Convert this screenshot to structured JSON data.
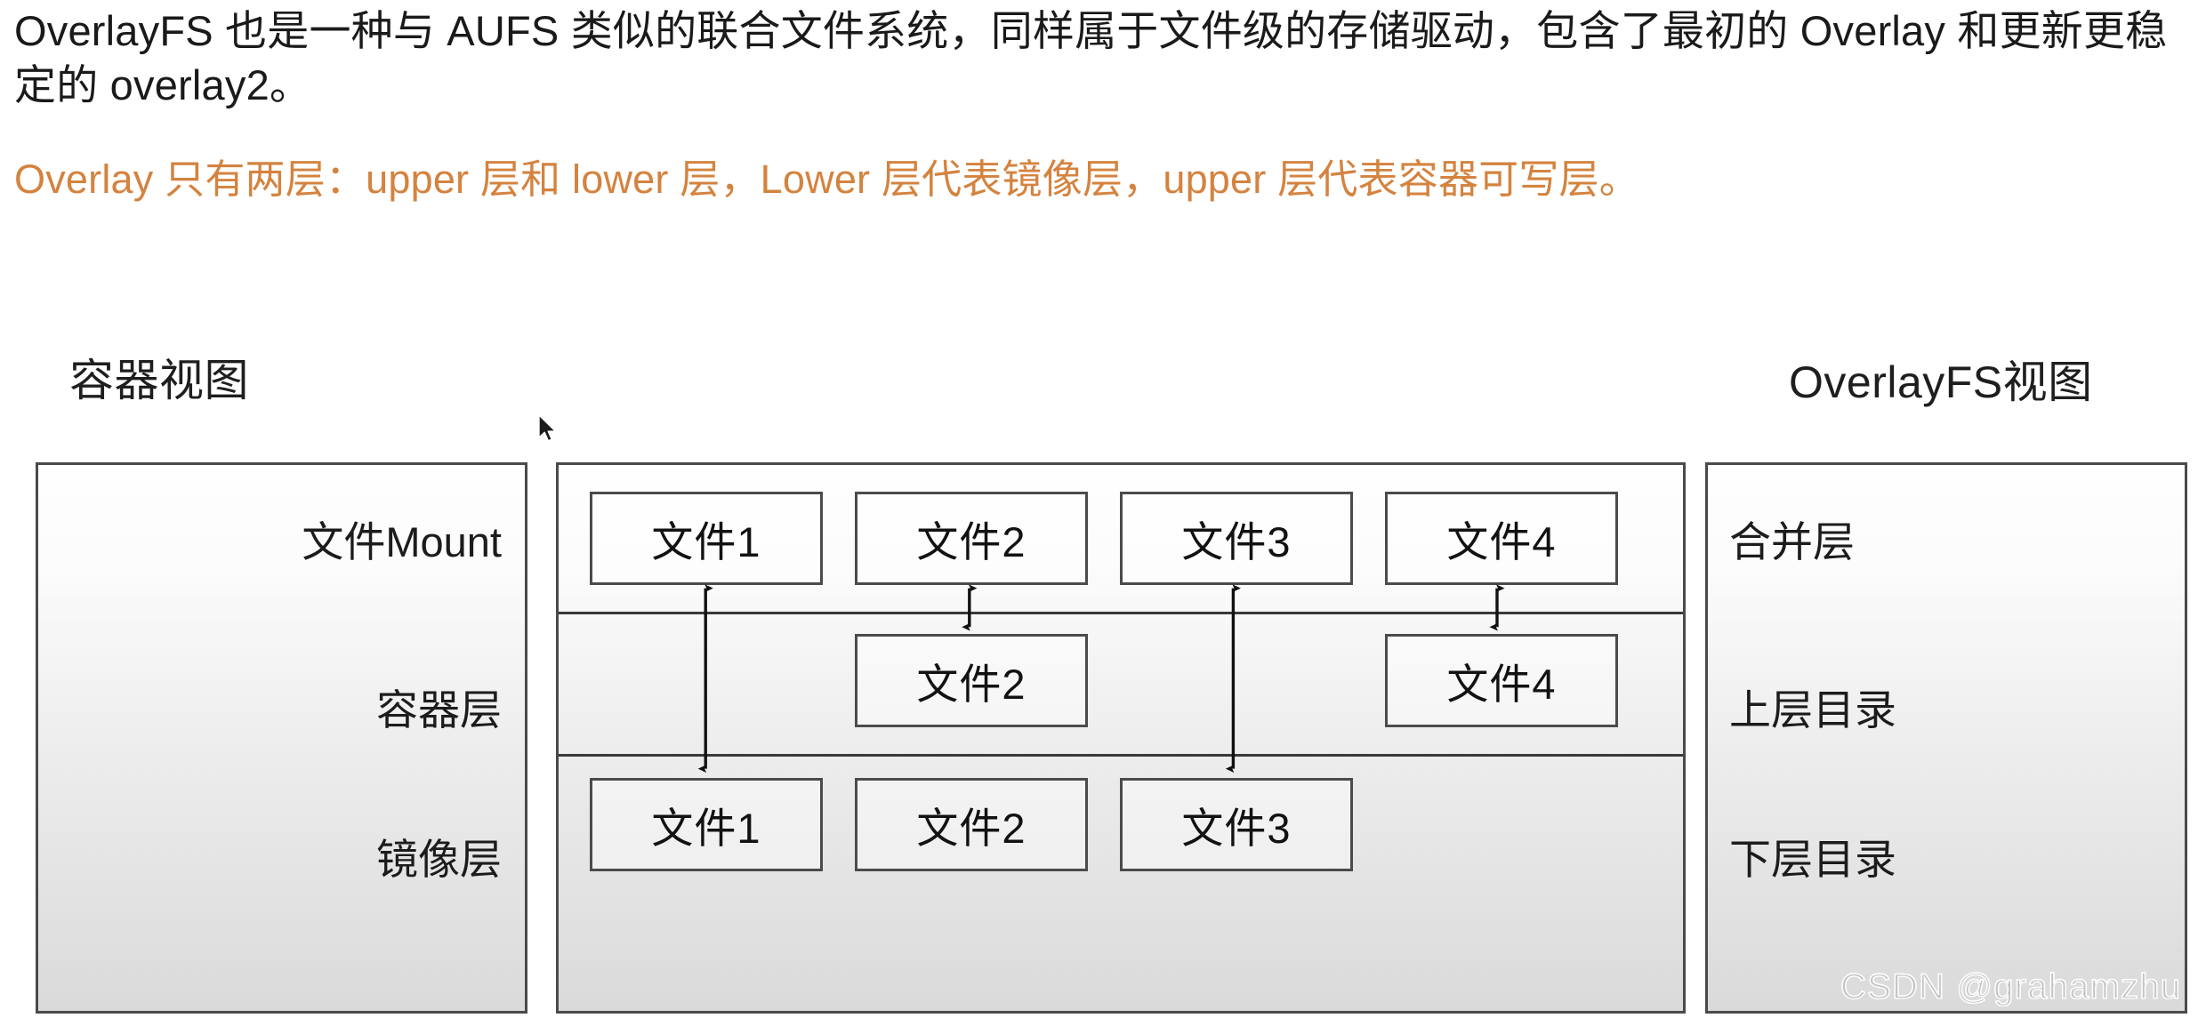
{
  "article": {
    "paragraph_1": "OverlayFS 也是一种与 AUFS 类似的联合文件系统，同样属于文件级的存储驱动，包含了最初的 Overlay 和更新更稳定的 overlay2。",
    "paragraph_2_highlight": "Overlay 只有两层：upper 层和 lower 层，Lower 层代表镜像层，upper 层代表容器可写层。",
    "highlight_color": "#d4833f",
    "body_color": "#1a1a1a"
  },
  "diagram": {
    "left_view_title": "容器视图",
    "right_view_title": "OverlayFS视图",
    "left_panel": {
      "rows": [
        {
          "label": "文件Mount"
        },
        {
          "label": "容器层"
        },
        {
          "label": "镜像层"
        }
      ]
    },
    "right_panel": {
      "rows": [
        {
          "label": "合并层"
        },
        {
          "label": "上层目录"
        },
        {
          "label": "下层目录"
        }
      ]
    },
    "center_panel": {
      "rows": [
        {
          "name": "mount-row",
          "boxes": [
            {
              "label": "文件1"
            },
            {
              "label": "文件2"
            },
            {
              "label": "文件3"
            },
            {
              "label": "文件4"
            }
          ]
        },
        {
          "name": "container-row",
          "boxes": [
            {
              "label": "文件2"
            },
            {
              "label": "文件4"
            }
          ]
        },
        {
          "name": "image-row",
          "boxes": [
            {
              "label": "文件1"
            },
            {
              "label": "文件2"
            },
            {
              "label": "文件3"
            }
          ]
        }
      ],
      "connectors": [
        {
          "name": "arrow-file1-mount-to-image",
          "from": "文件1",
          "to": "文件1",
          "span": "mount-to-image",
          "style": "double-headed"
        },
        {
          "name": "arrow-file2-mount-to-container",
          "from": "文件2",
          "to": "文件2",
          "span": "mount-to-container",
          "style": "double-headed"
        },
        {
          "name": "arrow-file3-mount-to-image",
          "from": "文件3",
          "to": "文件3",
          "span": "mount-to-image",
          "style": "double-headed"
        },
        {
          "name": "arrow-file4-mount-to-container",
          "from": "文件4",
          "to": "文件4",
          "span": "mount-to-container",
          "style": "double-headed"
        }
      ]
    },
    "border_color": "#4a4a4a"
  },
  "watermark": {
    "text": "CSDN @grahamzhu"
  }
}
